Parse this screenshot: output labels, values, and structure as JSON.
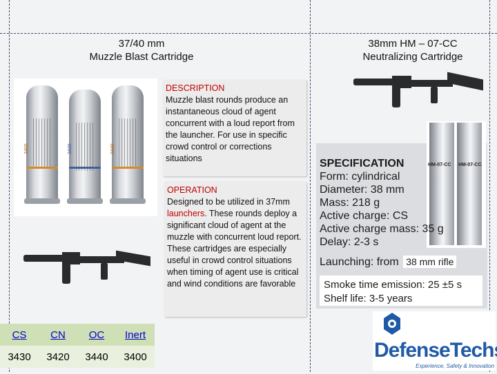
{
  "left_title": {
    "line1": "37/40 mm",
    "line2": "Muzzle Blast Cartridge"
  },
  "right_title": {
    "line1": "38mm HM – 07-CC",
    "line2": "Neutralizing Cartridge"
  },
  "description": {
    "heading": "DESCRIPTION",
    "text": "Muzzle blast rounds produce an instantaneous cloud of agent concurrent with a loud report from the launcher. For use in specific crowd control or corrections situations"
  },
  "operation": {
    "heading": "OPERATION",
    "text_before": "Designed to be utilized in 37mm ",
    "highlight": "launchers",
    "text_after": ". These rounds deploy a significant cloud of agent at the muzzle with concurrent loud report. These cartridges are especially useful in crowd control situations when timing of agent use is critical and wind conditions are favorable"
  },
  "table": {
    "headers": [
      "CS",
      "CN",
      "OC",
      "Inert"
    ],
    "values": [
      "3430",
      "3420",
      "3440",
      "3400"
    ]
  },
  "cartridge_labels": [
    "3400",
    "3430",
    "3440"
  ],
  "hm_labels": [
    "HM-07-CC",
    "HM-07-CC"
  ],
  "specification": {
    "heading": "SPECIFICATION",
    "lines": [
      "Form: cylindrical",
      "Diameter: 38 mm",
      "Mass: 218 g",
      "Active charge: CS",
      "Active charge mass: 35 g",
      "Delay: 2-3 s"
    ],
    "launching": "Launching: from",
    "launching_value": "38 mm rifle",
    "emission": "Smoke time emission: 25 ±5 s",
    "shelf": "Shelf life: 3-5 years"
  },
  "logo": {
    "name": "DefenseTechs",
    "tagline": "Experience, Safety & Innovation"
  },
  "colors": {
    "band_orange": "#d78a2c",
    "band_blue": "#3f5fa3",
    "red_heading": "#c00000",
    "logo_blue": "#1f5aa6"
  }
}
